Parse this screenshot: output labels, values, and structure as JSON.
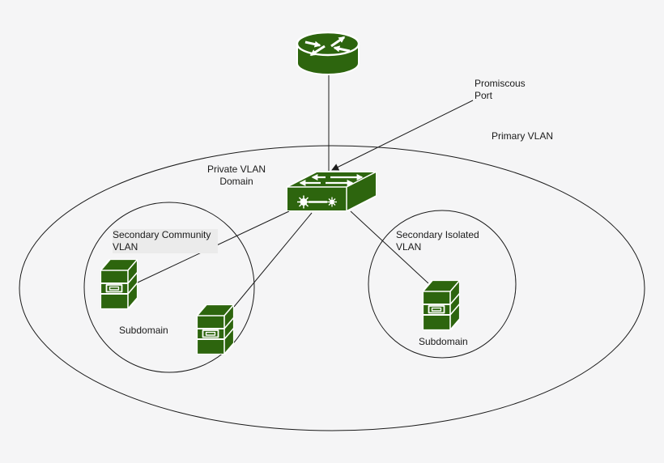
{
  "colors": {
    "icon_green": "#2d650e",
    "background": "#f5f5f6",
    "line": "#1a1a1a",
    "label_highlight": "#ebebeb"
  },
  "labels": {
    "promiscuous_port": "Promiscous Port",
    "primary_vlan": "Primary VLAN",
    "private_vlan_domain": "Private VLAN Domain",
    "secondary_community_vlan": "Secondary Community VLAN",
    "secondary_isolated_vlan": "Secondary Isolated VLAN",
    "subdomain_left": "Subdomain",
    "subdomain_right": "Subdomain"
  },
  "icons": {
    "router": "cisco-router-icon",
    "switch": "workgroup-switch-icon",
    "server": "server-icon"
  }
}
